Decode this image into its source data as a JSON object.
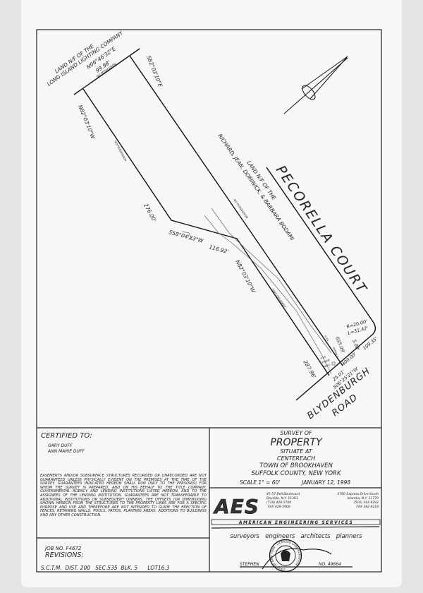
{
  "plan": {
    "lilco": [
      "LAND N/F OF THE",
      "LONG ISLAND LIGHTING COMPANY"
    ],
    "top_bearing": "N06°46'32\"E",
    "top_distance": "99.98'",
    "no_possession": "NO POSSESSION",
    "east_bearing": "S82°03'10\"E",
    "west_bearing": "N82°03'10\"W",
    "distance_276": "276.00'",
    "jog_bearing": "S58°04'23\"W",
    "jog_distance": "116.92'",
    "lower_bearing": "N82°03'10\"W",
    "distance_287": "287.96'",
    "bodami": [
      "LAND N/F OF THE",
      "RICHARD, JEAN, DOMINICK, & BARBARA BODAMI"
    ],
    "pecorella_court": "PECORELLA COURT",
    "blydenburgh": [
      "BLYDENBURGH",
      "ROAD"
    ],
    "curve_r": "R=20.00'",
    "curve_l": "L=31.42'",
    "dist_655": "655.09'",
    "asphalt": "ASPHALT",
    "dist_400": "400.00'",
    "dist_109": "109.35'",
    "dist_5": "5.00'",
    "dist_25": "25.01'",
    "road_bearing": "S06°25'21\"W",
    "frame_bldg": [
      "4'x4'",
      "FRAME",
      "BLDG."
    ],
    "dirt_driveway": "DIRT DRIVEWAY",
    "rpk": "R.P.K."
  },
  "certified": {
    "heading": "CERTIFIED TO:",
    "names": [
      "GARY DUFF",
      "ANN MARIE DUFF"
    ],
    "notes": "EASEMENTS AND/OR SUBSURFACE STRUCTURES RECORDED OR UNRECORDED ARE NOT GUARANTEED UNLESS PHYSICALLY EVIDENT ON THE PREMISES AT THE TIME OF THE SURVEY. GUARANTEES INDICATED HEREON SHALL RUN ONLY TO THE PERSON(S) FOR WHOM THE SURVEY IS PREPARED, AND ON HIS BEHALF TO THE TITLE COMPANY, GOVERNMENTAL AGENCY AND LENDING INSTITUTIONS LISTED HEREON, AND TO THE ASSIGNEES OF THE LENDING INSTITUTION. GUARANTEES ARE NOT TRANSFERABLE TO ADDITIONAL INSTITUTIONS OR SUBSEQUENT OWNERS. THE OFFSETS (OR DIMENSIONS) SHOWN HEREON FROM THE STRUCTURES TO THE PROPERTY LINES ARE FOR A SPECIFIC PURPOSE AND USE AND THEREFORE ARE NOT INTENDED TO GUIDE THE ERECTION OF FENCES, RETAINING WALLS, POOLS, PATIOS, PLANTING AREAS, ADDITIONS TO BUILDINGS AND ANY OTHER CONSTRUCTION.",
    "job": "JOB NO. F4672",
    "revisions": "REVISIONS:",
    "sctm": "S.C.T.M.  DIST. 200   SEC.535  BLK. 5      LOT16.3"
  },
  "title": {
    "survey_of": "SURVEY OF",
    "property": "PROPERTY",
    "situate": "SITUATE AT",
    "place": "CENTEREACH",
    "town": "TOWN OF BROOKHAVEN",
    "county": "SUFFOLK COUNTY, NEW YORK",
    "scale": "SCALE 1\" = 60'",
    "date": "JANUARY 12, 1998"
  },
  "firm": {
    "logo": "AES",
    "name": "AMERICAN ENGINEERING SERVICES",
    "addr1": [
      "45-57 Bell Boulevard",
      "Bayside, N.Y. 11361",
      "(718) 428-5700",
      "FAX 428-5900"
    ],
    "addr2": [
      "3760 Express Drive South",
      "Islandia, N.Y. 11779",
      "(516) 342-9292",
      "FAX 342-9218"
    ],
    "tagline": "surveyors   engineers   architects   planners",
    "surveyor": "STEPHEN",
    "license": "NO. 49664",
    "seal": "STATE OF NEW YORK · LICENSED LAND SURVEYOR"
  }
}
